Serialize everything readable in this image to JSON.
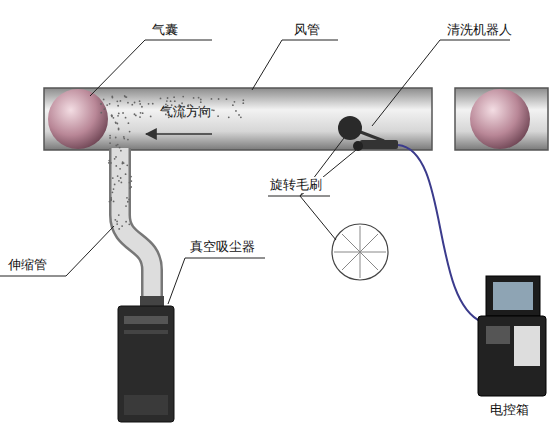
{
  "diagram": {
    "labels": [
      "气囊",
      "风管",
      "清洗机器人",
      "气流方向",
      "旋转毛刷",
      "伸缩管",
      "真空吸尘器",
      "电控箱"
    ]
  }
}
